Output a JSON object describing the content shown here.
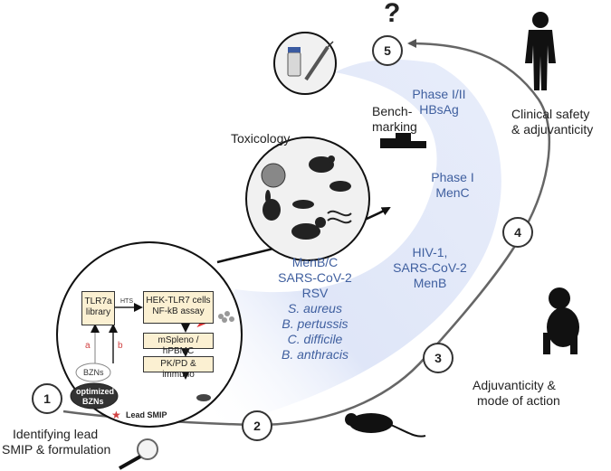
{
  "question_mark": "?",
  "steps": [
    "1",
    "2",
    "3",
    "4",
    "5"
  ],
  "stage_labels": {
    "identifying": [
      "Identifying lead",
      "SMIP & formulation"
    ],
    "adjuvanticity": [
      "Adjuvanticity &",
      "mode of action"
    ],
    "clinical": [
      "Clinical safety",
      "& adjuvanticity"
    ],
    "toxicology": "Toxicology",
    "benchmarking": [
      "Bench-",
      "marking"
    ]
  },
  "antigens": {
    "group_preclinical": [
      "MenB/C",
      "SARS-CoV-2",
      "RSV"
    ],
    "group_preclinical_italic": [
      "S. aureus",
      "B. pertussis",
      "C. difficile",
      "B. anthracis"
    ],
    "group_primate": [
      "HIV-1,",
      "SARS-CoV-2",
      "MenB"
    ],
    "phase1": [
      "Phase I",
      "MenC"
    ],
    "phase12": [
      "Phase I/II",
      "HBsAg"
    ]
  },
  "workflow": {
    "tlr7a_library": [
      "TLR7a",
      "library"
    ],
    "hts": "HTS",
    "hek_assay": [
      "HEK-TLR7 cells",
      "NF-kB assay"
    ],
    "msplen": "mSpleno / hPBMC",
    "pkpd": "PK/PD & immuno",
    "bzns": "BZNs",
    "optimized_bzns": [
      "optimized",
      "BZNs"
    ],
    "lead_smip": "Lead SMIP",
    "arrow_a": "a",
    "arrow_b": "b"
  },
  "colors": {
    "band": "#dfe6f8",
    "antigen_text": "#3f5f9f",
    "box_fill": "#fbf0d2",
    "lead_star": "#e03030"
  }
}
